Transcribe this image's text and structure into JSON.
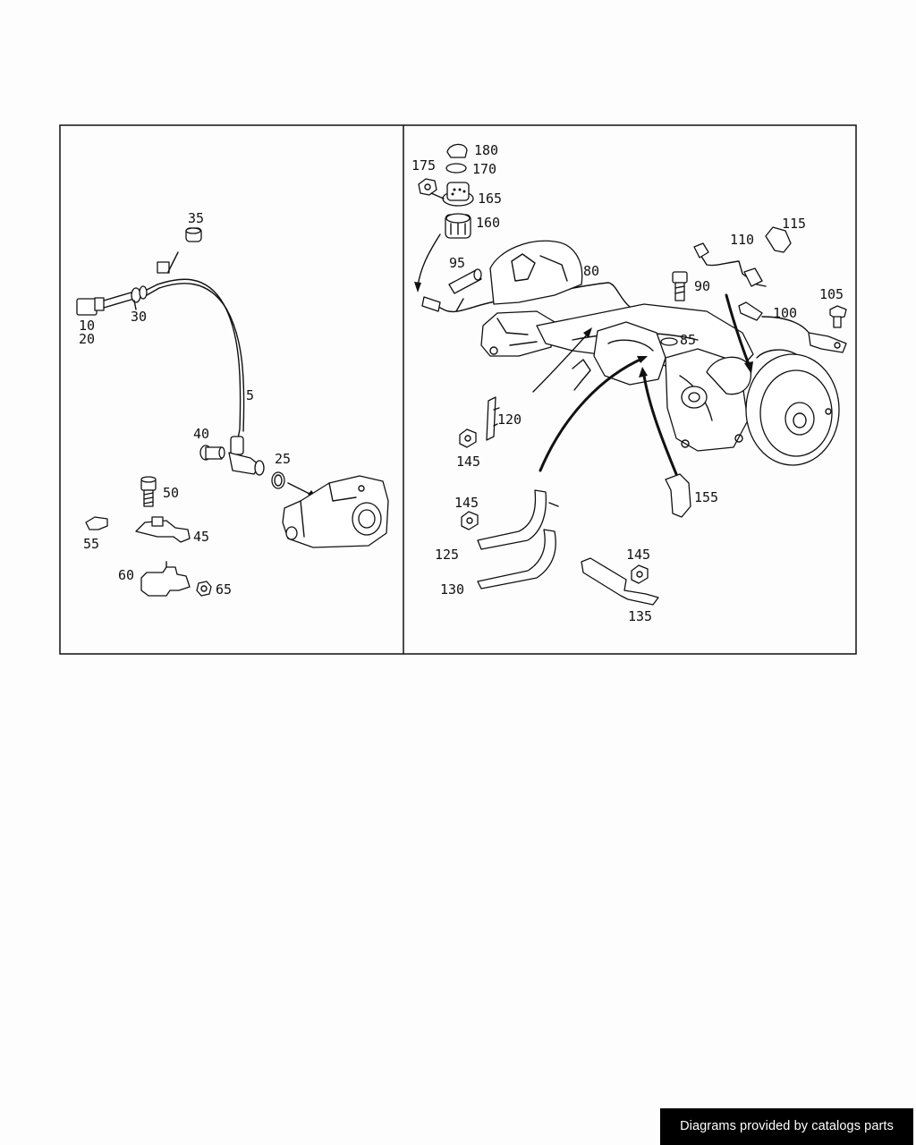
{
  "credit": "Diagrams provided by catalogs parts",
  "left_panel": {
    "callouts": {
      "c35": "35",
      "c30": "30",
      "c10": "10",
      "c20": "20",
      "c5": "5",
      "c40": "40",
      "c25": "25",
      "c50": "50",
      "c45": "45",
      "c55": "55",
      "c60": "60",
      "c65": "65"
    }
  },
  "right_panel": {
    "callouts": {
      "c180": "180",
      "c175": "175",
      "c170": "170",
      "c165": "165",
      "c160": "160",
      "c95": "95",
      "c80": "80",
      "c115": "115",
      "c110": "110",
      "c90": "90",
      "c105": "105",
      "c100": "100",
      "c85": "85",
      "c120": "120",
      "c145a": "145",
      "c155": "155",
      "c145b": "145",
      "c125": "125",
      "c130": "130",
      "c145c": "145",
      "c135": "135"
    }
  }
}
